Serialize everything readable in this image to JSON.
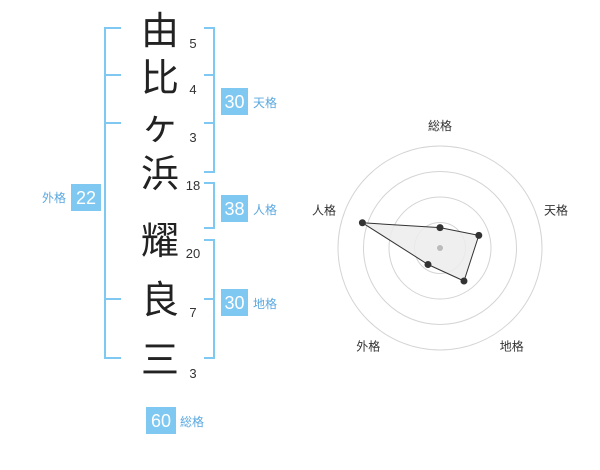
{
  "name": {
    "chars": [
      {
        "char": "由",
        "strokes": "5"
      },
      {
        "char": "比",
        "strokes": "4"
      },
      {
        "char": "ヶ",
        "strokes": "3"
      },
      {
        "char": "浜",
        "strokes": "18"
      },
      {
        "char": "耀",
        "strokes": "20"
      },
      {
        "char": "良",
        "strokes": "7"
      },
      {
        "char": "三",
        "strokes": "3"
      }
    ]
  },
  "gakaku": {
    "tenkaku": {
      "value": "30",
      "label": "天格"
    },
    "jinkaku": {
      "value": "38",
      "label": "人格"
    },
    "chikaku": {
      "value": "30",
      "label": "地格"
    },
    "gaikaku": {
      "value": "22",
      "label": "外格"
    },
    "soukaku": {
      "value": "60",
      "label": "総格"
    }
  },
  "colors": {
    "accent": "#7ec8f2",
    "box": "#7ec8f2",
    "label": "#5aa8e0",
    "text": "#222222",
    "grid": "#d4d4d4",
    "polygon_fill": "#ececec",
    "polygon_stroke": "#333333"
  },
  "chart_data": {
    "type": "radar",
    "axes": [
      "総格",
      "天格",
      "地格",
      "外格",
      "人格"
    ],
    "values": [
      1.0,
      2.0,
      2.0,
      1.0,
      4.0
    ],
    "max": 5,
    "rings": 4
  }
}
